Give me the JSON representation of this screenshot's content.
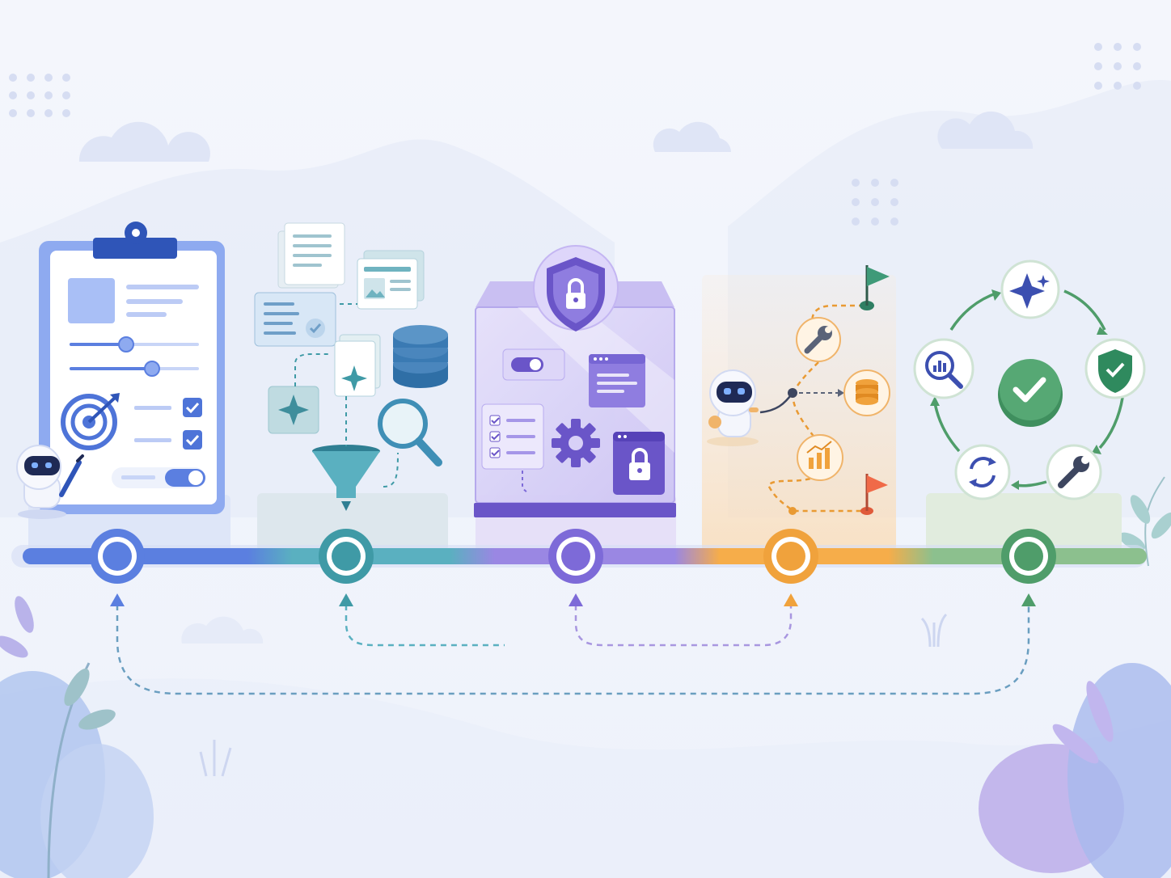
{
  "colors": {
    "background": "#f1f4fb",
    "stage_blue": "#5b7fe0",
    "stage_teal": "#3f9aa6",
    "stage_purple": "#7d6ad8",
    "stage_orange": "#f0a23c",
    "stage_green": "#4f9d6a",
    "dark_navy": "#1f2a55"
  },
  "stages": [
    {
      "key": "plan",
      "color": "#5b7fe0",
      "icons": [
        "clipboard-icon",
        "target-icon",
        "checkbox-icon",
        "slider-icon",
        "toggle-icon",
        "robot-icon"
      ]
    },
    {
      "key": "gather",
      "color": "#3f9aa6",
      "icons": [
        "document-icon",
        "image-card-icon",
        "database-icon",
        "sparkle-icon",
        "funnel-icon",
        "magnifier-icon"
      ]
    },
    {
      "key": "secure",
      "color": "#7d6ad8",
      "icons": [
        "shield-lock-icon",
        "toggle-icon",
        "checklist-icon",
        "gear-icon",
        "browser-window-icon",
        "padlock-icon"
      ]
    },
    {
      "key": "route",
      "color": "#f0a23c",
      "icons": [
        "robot-icon",
        "wrench-icon",
        "database-icon",
        "bar-chart-icon",
        "start-flag-icon",
        "end-flag-icon"
      ]
    },
    {
      "key": "iterate",
      "color": "#4f9d6a",
      "icons": [
        "sparkle-icon",
        "shield-check-icon",
        "wrench-icon",
        "refresh-icon",
        "search-chart-icon",
        "check-circle-icon"
      ]
    }
  ]
}
